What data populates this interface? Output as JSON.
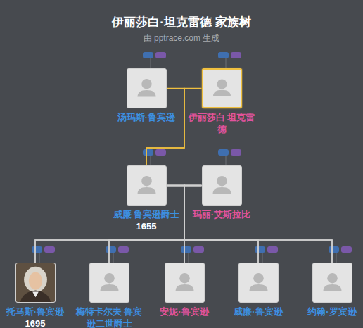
{
  "diagram": {
    "title": "伊丽莎白·坦克雷德 家族树",
    "caption": "由 pptrace.com 生成",
    "nodes": [
      {
        "text": [
          "汤玛斯·鲁宾逊"
        ]
      },
      {
        "text": [
          "伊丽莎白 坦克雷德"
        ]
      },
      {
        "text": [
          "威廉 鲁宾逊爵士",
          "1655"
        ]
      },
      {
        "text": [
          "玛丽·艾斯拉比"
        ]
      },
      {
        "text": [
          "托马斯·鲁宾逊",
          "1695"
        ]
      },
      {
        "text": [
          "梅特卡尔夫 鲁宾逊二世爵士"
        ]
      },
      {
        "text": [
          "安妮·鲁宾逊"
        ]
      },
      {
        "text": [
          "威廉·鲁宾逊"
        ]
      },
      {
        "text": [
          "约翰·罗宾逊"
        ]
      }
    ],
    "edges": [
      {
        "from": 0,
        "to": 2,
        "arrow": "none"
      },
      {
        "from": 1,
        "to": 2,
        "arrow": "none"
      },
      {
        "from": 2,
        "to": 4,
        "arrow": "none"
      },
      {
        "from": 2,
        "to": 5,
        "arrow": "none"
      },
      {
        "from": 2,
        "to": 6,
        "arrow": "none"
      },
      {
        "from": 2,
        "to": 7,
        "arrow": "none"
      },
      {
        "from": 2,
        "to": 8,
        "arrow": "none"
      },
      {
        "from": 3,
        "to": 4,
        "arrow": "none"
      },
      {
        "from": 3,
        "to": 5,
        "arrow": "none"
      },
      {
        "from": 3,
        "to": 6,
        "arrow": "none"
      },
      {
        "from": 3,
        "to": 7,
        "arrow": "none"
      },
      {
        "from": 3,
        "to": 8,
        "arrow": "none"
      }
    ]
  }
}
